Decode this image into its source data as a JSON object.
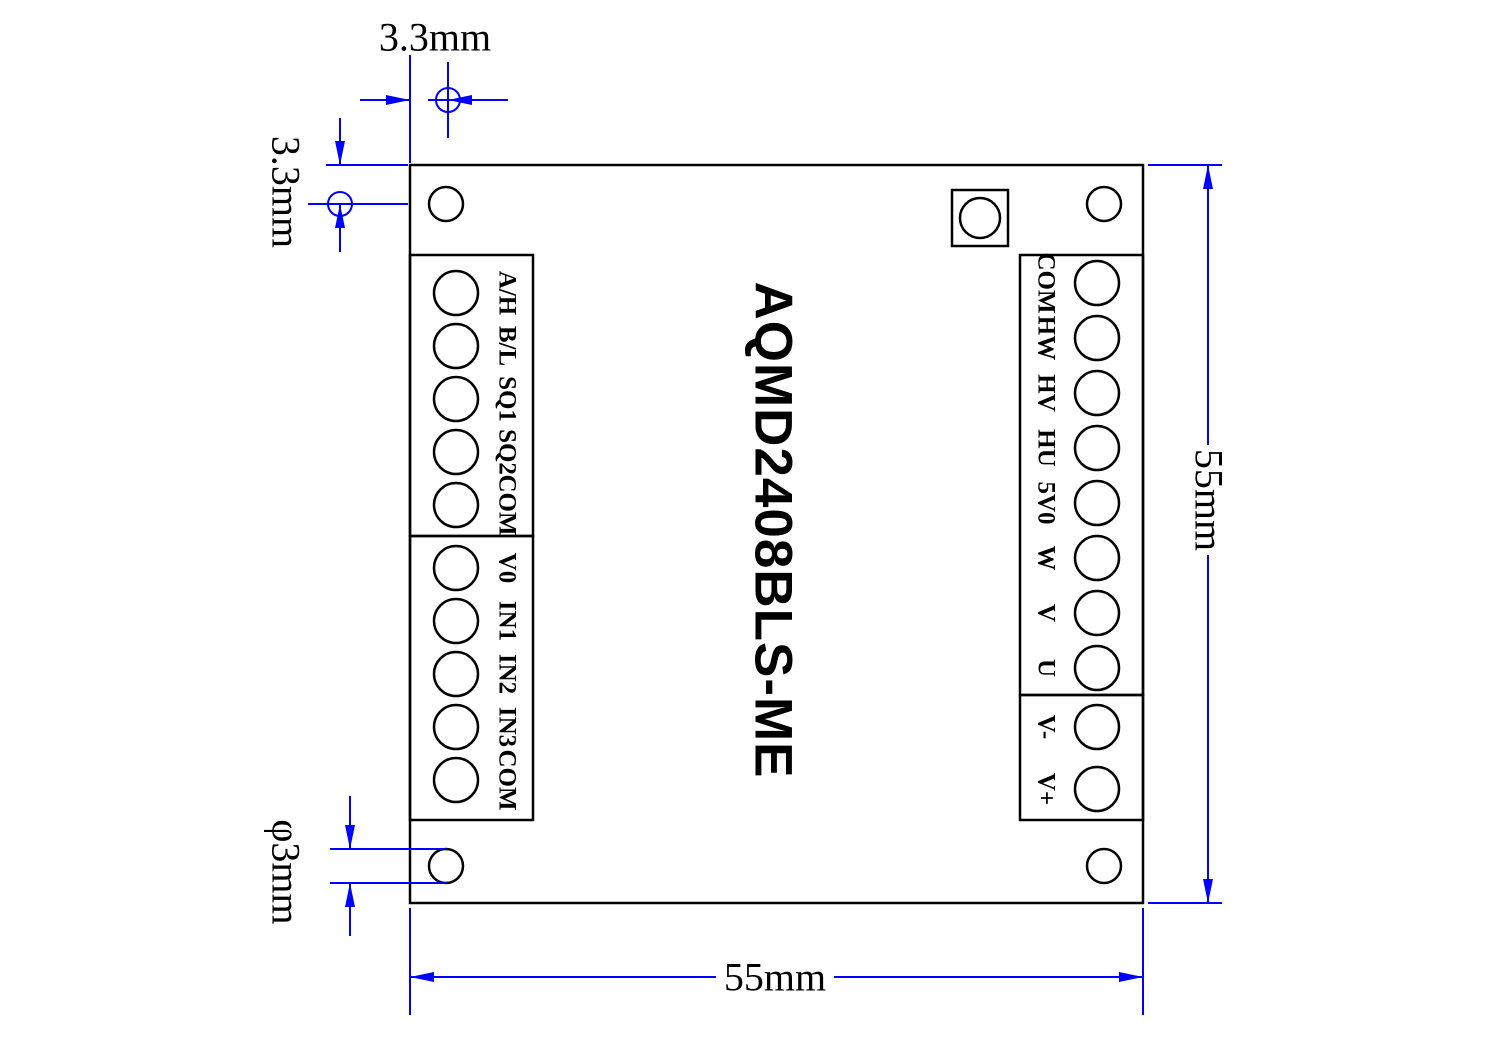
{
  "title": "AQMD2408BLS-ME",
  "dimensions": {
    "top_offset": "3.3mm",
    "left_offset": "3.3mm",
    "hole_diameter": "φ3mm",
    "board_width": "55mm",
    "board_height": "55mm"
  },
  "terminals": {
    "left_upper": [
      "A/H",
      "B/L",
      "SQ1",
      "SQ2",
      "COM"
    ],
    "left_lower": [
      "V0",
      "IN1",
      "IN2",
      "IN3",
      "COM"
    ],
    "right_upper": [
      "COM",
      "HW",
      "HV",
      "HU",
      "5V0",
      "W",
      "V",
      "U"
    ],
    "right_lower": [
      "V-",
      "V+"
    ]
  },
  "colors": {
    "outline": "#000000",
    "dimension": "#0000ff",
    "background": "#ffffff"
  }
}
